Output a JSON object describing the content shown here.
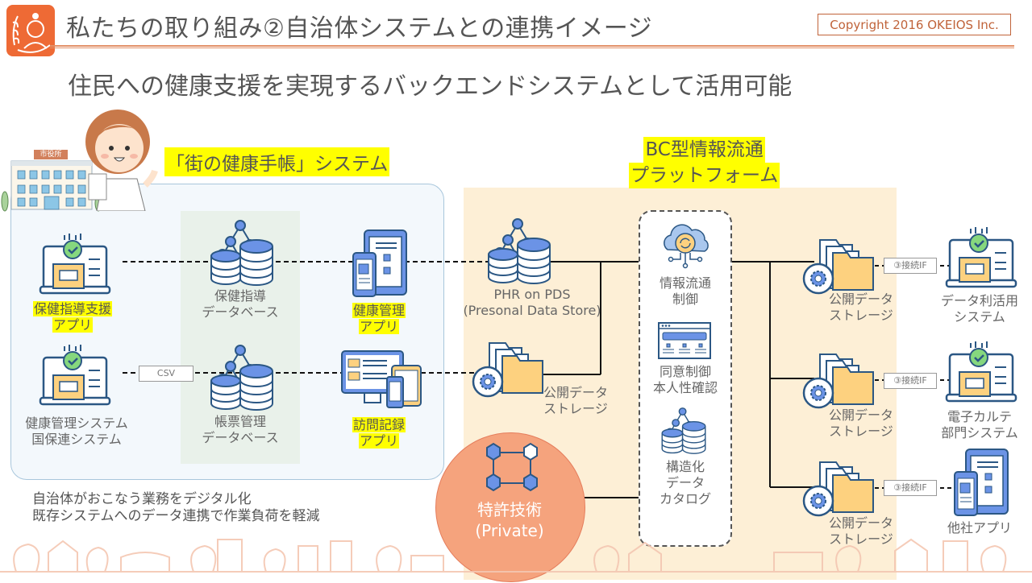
{
  "header": {
    "title": "私たちの取り組み②自治体システムとの連携イメージ",
    "copyright": "Copyright 2016 OKEIOS Inc.",
    "subtitle": "住民への健康支援を実現するバックエンドシステムとして活用可能",
    "logo_icon": "okeios-logo-icon"
  },
  "colors": {
    "accent": "#ee6a35",
    "highlight": "#ffff00",
    "left_panel_bg": "#f3f8fc",
    "right_panel_bg": "#fdefd6",
    "patent_circle": "#f5a37d",
    "icon_blue": "#6b93e6",
    "icon_navy": "#2b5784",
    "folder_yellow": "#fdd17f"
  },
  "left_system": {
    "title": "「街の健康手帳」システム",
    "city_hall_sign": "市役所",
    "nodes": {
      "health_guidance_app": {
        "line1": "保健指導支援",
        "line2": "アプリ"
      },
      "health_mgmt_system": {
        "line1": "健康管理システム",
        "line2": "国保連システム"
      },
      "health_guidance_db": {
        "line1": "保健指導",
        "line2": "データベース"
      },
      "form_mgmt_db": {
        "line1": "帳票管理",
        "line2": "データベース"
      },
      "health_mgmt_app": {
        "line1": "健康管理",
        "line2": "アプリ"
      },
      "visit_record_app": {
        "line1": "訪問記録",
        "line2": "アプリ"
      }
    },
    "csv_label": "CSV",
    "note_line1": "自治体がおこなう業務をデジタル化",
    "note_line2": "既存システムへのデータ連携で作業負荷を軽減"
  },
  "bc_platform": {
    "title_line1": "BC型情報流通",
    "title_line2": "プラットフォーム",
    "phr": {
      "line1": "PHR on PDS",
      "line2": "(Presonal Data Store)"
    },
    "public_storage": {
      "line1": "公開データ",
      "line2": "ストレージ"
    },
    "core": [
      {
        "line1": "情報流通",
        "line2": "制御",
        "line3": ""
      },
      {
        "line1": "同意制御",
        "line2": "本人性確認",
        "line3": ""
      },
      {
        "line1": "構造化",
        "line2": "データ",
        "line3": "カタログ"
      }
    ],
    "patent": {
      "line1": "特許技術",
      "line2": "(Private)"
    },
    "outputs": [
      {
        "storage_line1": "公開データ",
        "storage_line2": "ストレージ",
        "if_label": "③接続IF",
        "target_line1": "データ利活用",
        "target_line2": "システム"
      },
      {
        "storage_line1": "公開データ",
        "storage_line2": "ストレージ",
        "if_label": "③接続IF",
        "target_line1": "電子カルテ",
        "target_line2": "部門システム"
      },
      {
        "storage_line1": "公開データ",
        "storage_line2": "ストレージ",
        "if_label": "③接続IF",
        "target_line1": "他社アプリ",
        "target_line2": ""
      }
    ]
  }
}
